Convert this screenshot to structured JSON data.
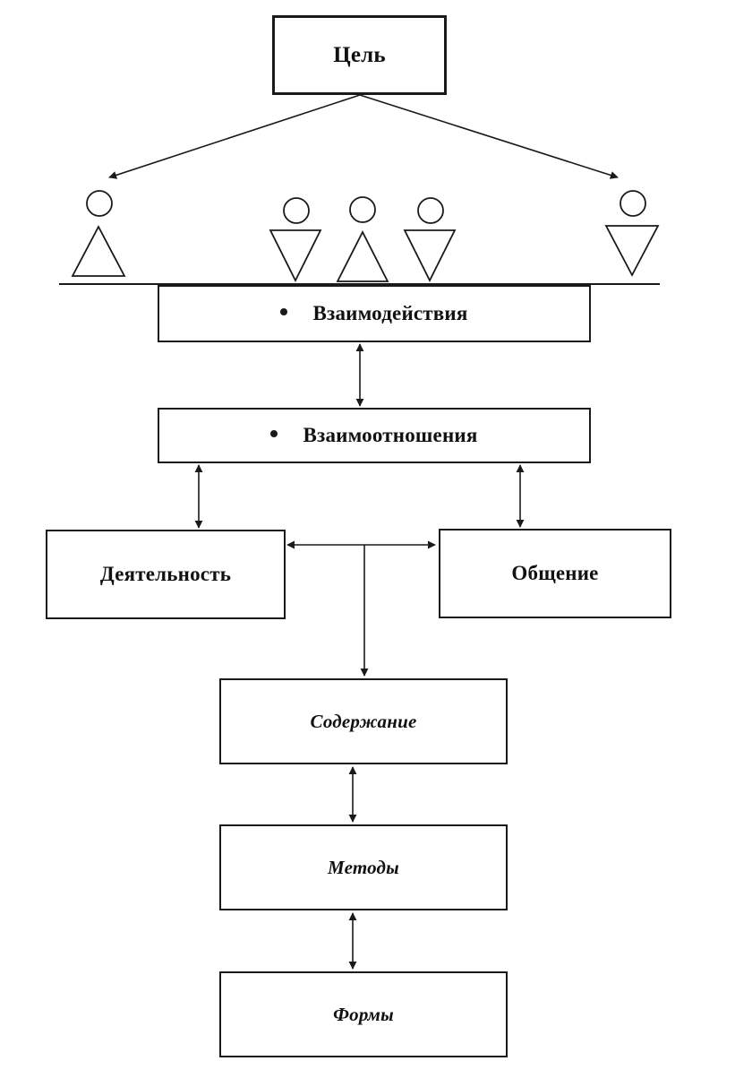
{
  "nodes": {
    "goal": "Цель",
    "interaction": "Взаимодействия",
    "relations": "Взаимоотношения",
    "activity": "Деятельность",
    "communication": "Общение",
    "content": "Содержание",
    "methods": "Методы",
    "forms": "Формы"
  },
  "participants": [
    {
      "shape": "triangle-up"
    },
    {
      "shape": "triangle-down"
    },
    {
      "shape": "triangle-up"
    },
    {
      "shape": "triangle-down"
    },
    {
      "shape": "triangle-down"
    }
  ]
}
